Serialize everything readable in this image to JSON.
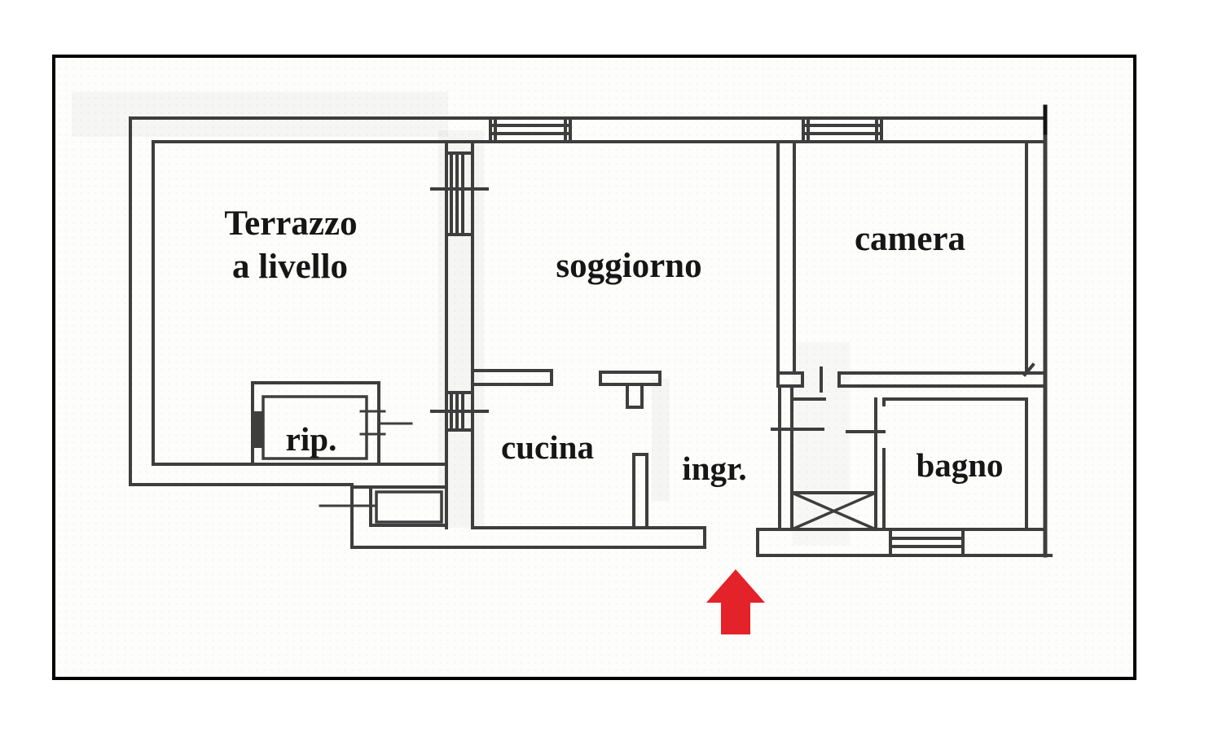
{
  "page": {
    "background": "#ffffff",
    "frame_color": "#000000",
    "paper_color": "#fdfdfb"
  },
  "plan": {
    "type": "floor-plan",
    "language": "it",
    "wall_color": "#3e3e3e",
    "text_color": "#161616",
    "rooms": [
      {
        "id": "terrazzo",
        "lines": [
          "Terrazzo",
          "a livello"
        ]
      },
      {
        "id": "soggiorno",
        "lines": [
          "soggiorno"
        ]
      },
      {
        "id": "camera",
        "lines": [
          "camera"
        ]
      },
      {
        "id": "rip",
        "lines": [
          "rip."
        ]
      },
      {
        "id": "cucina",
        "lines": [
          "cucina"
        ]
      },
      {
        "id": "ingr",
        "lines": [
          "ingr."
        ]
      },
      {
        "id": "bagno",
        "lines": [
          "bagno"
        ]
      }
    ],
    "entrance_arrow": {
      "color": "#e42229",
      "direction": "up"
    }
  }
}
